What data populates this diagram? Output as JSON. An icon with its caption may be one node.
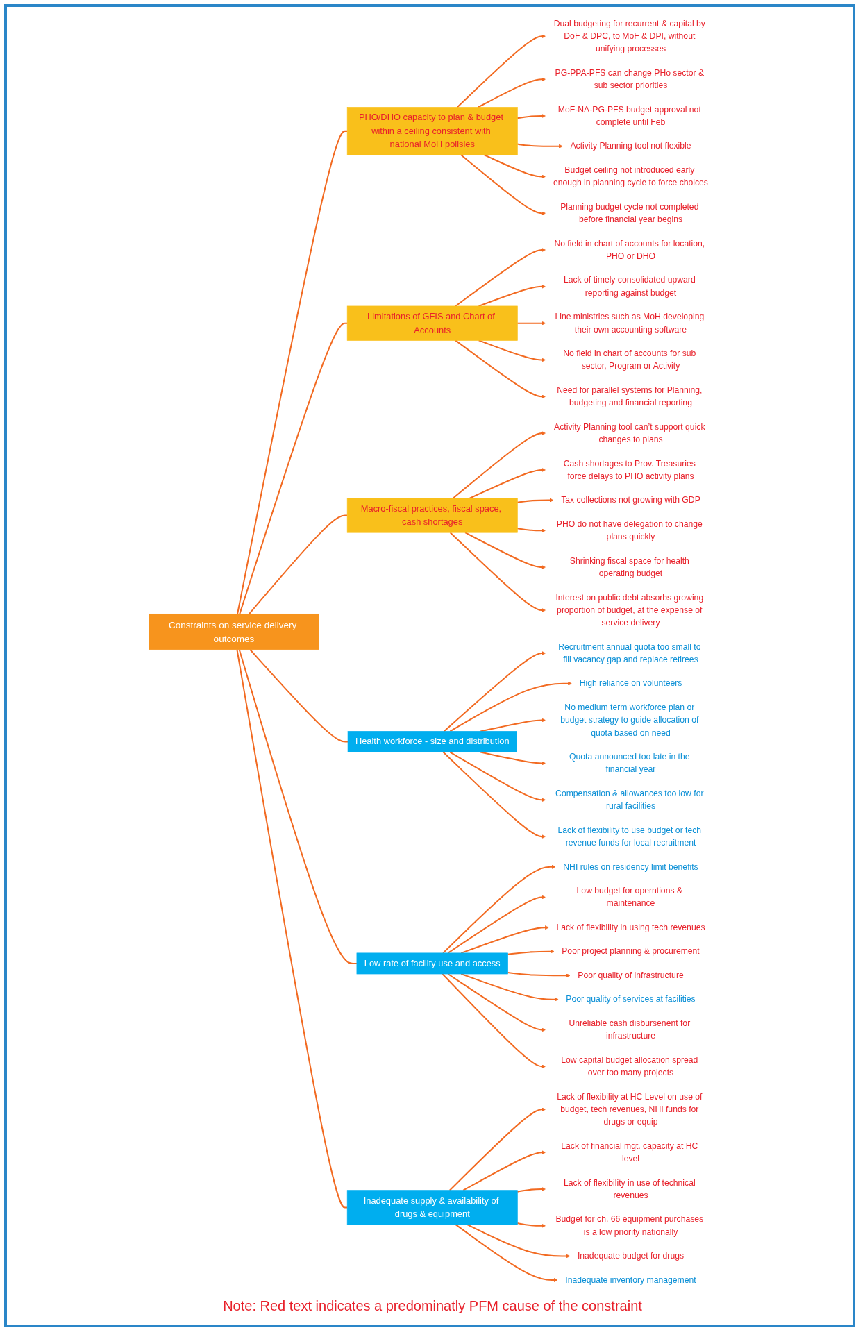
{
  "diagram": {
    "nodes": [
      {
        "text": [
          "Constraints on service delivery outcomes"
        ]
      },
      {
        "text": [
          "PHO/DHO capacity to plan & budget within a ceiling consistent with national MoH polisies"
        ]
      },
      {
        "text": [
          "Dual budgeting for recurrent & capital by DoF & DPC, to MoF & DPI, without unifying processes"
        ]
      },
      {
        "text": [
          "PG-PPA-PFS can change PHo sector & sub sector priorities"
        ]
      },
      {
        "text": [
          "MoF-NA-PG-PFS budget approval not complete until Feb"
        ]
      },
      {
        "text": [
          "Activity Planning tool not flexible"
        ]
      },
      {
        "text": [
          "Budget ceiling not introduced early enough in planning cycle to force choices"
        ]
      },
      {
        "text": [
          "Planning budget cycle not completed before financial year begins"
        ]
      },
      {
        "text": [
          "Limitations of GFIS and Chart of Accounts"
        ]
      },
      {
        "text": [
          "No field in chart of accounts for location, PHO or DHO"
        ]
      },
      {
        "text": [
          "Lack of timely consolidated upward reporting against budget"
        ]
      },
      {
        "text": [
          "Line ministries such as MoH developing their own accounting software"
        ]
      },
      {
        "text": [
          "No field in chart of accounts for sub sector, Program or Activity"
        ]
      },
      {
        "text": [
          "Need for parallel systems for Planning, budgeting and financial reporting"
        ]
      },
      {
        "text": [
          "Macro-fiscal practices, fiscal space, cash shortages"
        ]
      },
      {
        "text": [
          "Activity Planning tool can’t support quick changes to plans"
        ]
      },
      {
        "text": [
          "Cash shortages to Prov. Treasuries force delays to PHO activity plans"
        ]
      },
      {
        "text": [
          "Tax collections not growing with GDP"
        ]
      },
      {
        "text": [
          "PHO do not have delegation to change plans quickly"
        ]
      },
      {
        "text": [
          "Shrinking fiscal space for health operating budget"
        ]
      },
      {
        "text": [
          "Interest on public debt absorbs growing proportion of budget, at the expense of service delivery"
        ]
      },
      {
        "text": [
          "Health workforce - size and distribution"
        ]
      },
      {
        "text": [
          "Recruitment annual quota too small to fill vacancy gap and replace retirees"
        ]
      },
      {
        "text": [
          "High reliance on volunteers"
        ]
      },
      {
        "text": [
          "No medium term workforce plan or budget strategy to guide allocation of quota based on need"
        ]
      },
      {
        "text": [
          "Quota announced too late in the financial year"
        ]
      },
      {
        "text": [
          "Compensation & allowances too low for rural facilities"
        ]
      },
      {
        "text": [
          "Lack of flexibility to use budget or tech revenue funds for local recruitment"
        ]
      },
      {
        "text": [
          "Low rate of facility use and access"
        ]
      },
      {
        "text": [
          "NHI rules on residency limit benefits"
        ]
      },
      {
        "text": [
          "Low budget for operntions & maintenance"
        ]
      },
      {
        "text": [
          "Lack of flexibility in using tech revenues"
        ]
      },
      {
        "text": [
          "Poor project planning & procurement"
        ]
      },
      {
        "text": [
          "Poor quality of infrastructure"
        ]
      },
      {
        "text": [
          "Poor quality of services at facilities"
        ]
      },
      {
        "text": [
          "Unreliable cash disbursenent for infrastructure"
        ]
      },
      {
        "text": [
          "Low capital budget allocation spread over too many projects"
        ]
      },
      {
        "text": [
          "Inadequate supply & availability of drugs & equipment"
        ]
      },
      {
        "text": [
          "Lack of flexibility at HC Level on use of budget, tech revenues, NHI funds for drugs or equip"
        ]
      },
      {
        "text": [
          "Lack of financial mgt. capacity at HC level"
        ]
      },
      {
        "text": [
          "Lack of flexibility in use of technical revenues"
        ]
      },
      {
        "text": [
          "Budget for ch. 66 equipment purchases is a low priority nationally"
        ]
      },
      {
        "text": [
          "Inadequate budget for drugs"
        ]
      },
      {
        "text": [
          "Inadequate inventory management"
        ]
      }
    ],
    "edges": [
      {
        "from": 0,
        "to": 1,
        "arrow": "none"
      },
      {
        "from": 1,
        "to": 2,
        "arrow": "to"
      },
      {
        "from": 1,
        "to": 3,
        "arrow": "to"
      },
      {
        "from": 1,
        "to": 4,
        "arrow": "to"
      },
      {
        "from": 1,
        "to": 5,
        "arrow": "to"
      },
      {
        "from": 1,
        "to": 6,
        "arrow": "to"
      },
      {
        "from": 1,
        "to": 7,
        "arrow": "to"
      },
      {
        "from": 0,
        "to": 8,
        "arrow": "none"
      },
      {
        "from": 8,
        "to": 9,
        "arrow": "to"
      },
      {
        "from": 8,
        "to": 10,
        "arrow": "to"
      },
      {
        "from": 8,
        "to": 11,
        "arrow": "to"
      },
      {
        "from": 8,
        "to": 12,
        "arrow": "to"
      },
      {
        "from": 8,
        "to": 13,
        "arrow": "to"
      },
      {
        "from": 0,
        "to": 14,
        "arrow": "none"
      },
      {
        "from": 14,
        "to": 15,
        "arrow": "to"
      },
      {
        "from": 14,
        "to": 16,
        "arrow": "to"
      },
      {
        "from": 14,
        "to": 17,
        "arrow": "to"
      },
      {
        "from": 14,
        "to": 18,
        "arrow": "to"
      },
      {
        "from": 14,
        "to": 19,
        "arrow": "to"
      },
      {
        "from": 14,
        "to": 20,
        "arrow": "to"
      },
      {
        "from": 0,
        "to": 21,
        "arrow": "none"
      },
      {
        "from": 21,
        "to": 22,
        "arrow": "to"
      },
      {
        "from": 21,
        "to": 23,
        "arrow": "to"
      },
      {
        "from": 21,
        "to": 24,
        "arrow": "to"
      },
      {
        "from": 21,
        "to": 25,
        "arrow": "to"
      },
      {
        "from": 21,
        "to": 26,
        "arrow": "to"
      },
      {
        "from": 21,
        "to": 27,
        "arrow": "to"
      },
      {
        "from": 0,
        "to": 28,
        "arrow": "none"
      },
      {
        "from": 28,
        "to": 29,
        "arrow": "to"
      },
      {
        "from": 28,
        "to": 30,
        "arrow": "to"
      },
      {
        "from": 28,
        "to": 31,
        "arrow": "to"
      },
      {
        "from": 28,
        "to": 32,
        "arrow": "to"
      },
      {
        "from": 28,
        "to": 33,
        "arrow": "to"
      },
      {
        "from": 28,
        "to": 34,
        "arrow": "to"
      },
      {
        "from": 28,
        "to": 35,
        "arrow": "to"
      },
      {
        "from": 28,
        "to": 36,
        "arrow": "to"
      },
      {
        "from": 0,
        "to": 37,
        "arrow": "none"
      },
      {
        "from": 37,
        "to": 38,
        "arrow": "to"
      },
      {
        "from": 37,
        "to": 39,
        "arrow": "to"
      },
      {
        "from": 37,
        "to": 40,
        "arrow": "to"
      },
      {
        "from": 37,
        "to": 41,
        "arrow": "to"
      },
      {
        "from": 37,
        "to": 42,
        "arrow": "to"
      },
      {
        "from": 37,
        "to": 43,
        "arrow": "to"
      }
    ],
    "labels": [
      "Note: Red text indicates a predominatly PFM cause of the constraint"
    ]
  }
}
